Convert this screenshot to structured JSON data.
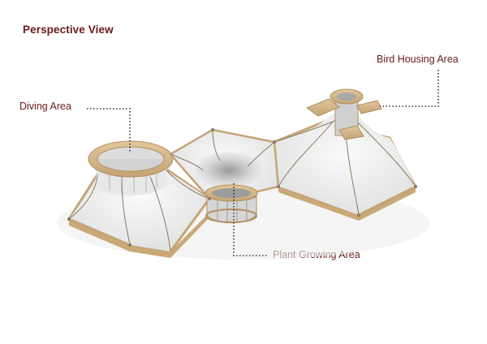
{
  "diagram": {
    "title": "Perspective View",
    "labels": {
      "diving": "Diving Area",
      "bird": "Bird Housing Area",
      "plant": "Plant Growing Area"
    }
  },
  "colors": {
    "title": "#6b1a1a",
    "label": "#6b1a1a",
    "leader_line": "#333333",
    "wood": "#d6b98c",
    "wood_dark": "#b89868",
    "membrane": "#f2f2f2",
    "membrane_shade": "#d9d9d9"
  }
}
